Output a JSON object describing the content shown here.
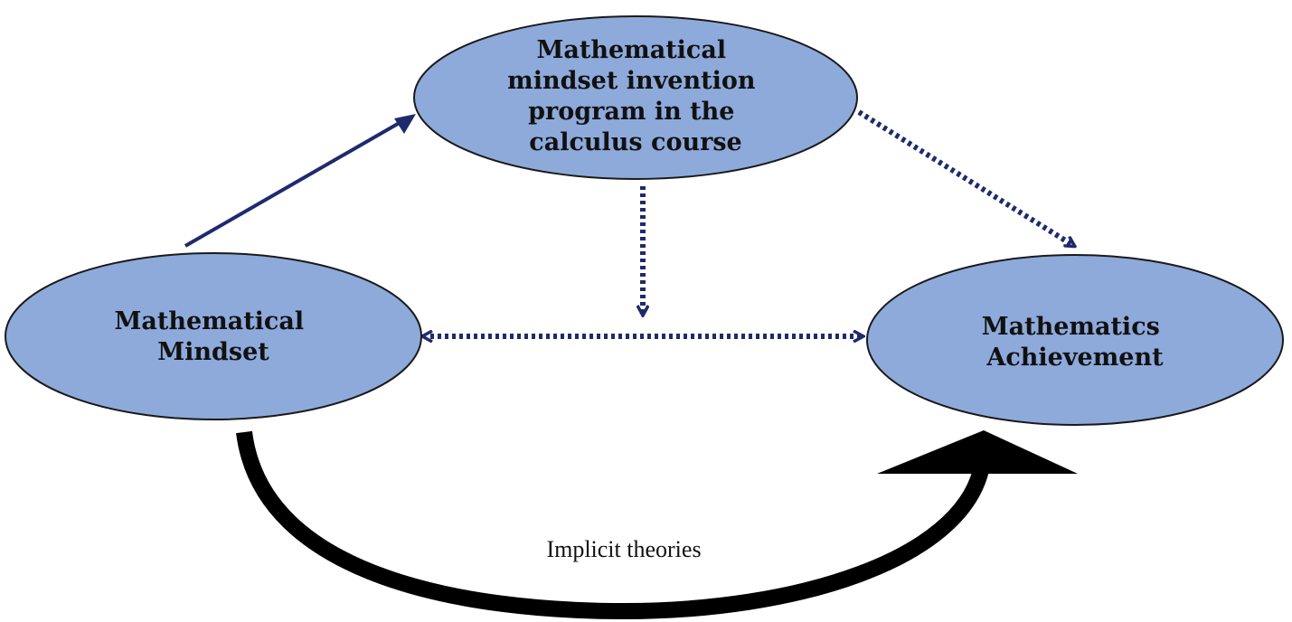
{
  "diagram": {
    "nodes": {
      "program": {
        "lines": [
          "Mathematical",
          "mindset invention",
          "program in the",
          "calculus course"
        ]
      },
      "mindset": {
        "lines": [
          "Mathematical",
          "Mindset"
        ]
      },
      "achievement": {
        "lines": [
          "Mathematics",
          "Achievement"
        ]
      }
    },
    "edges": [
      {
        "from": "mindset",
        "to": "program",
        "style": "solid"
      },
      {
        "from": "program",
        "to": "achievement",
        "style": "dotted"
      },
      {
        "from": "program",
        "to": "mindset-achievement-link",
        "style": "dotted"
      },
      {
        "from": "mindset",
        "to": "achievement",
        "style": "dotted",
        "bidirectional": true
      },
      {
        "from": "mindset",
        "to": "achievement",
        "style": "thick-curve"
      }
    ],
    "curve_label": "Implicit theories"
  },
  "colors": {
    "node_fill": "#8eaadb",
    "node_stroke": "#1a1a1a",
    "arrow": "#1f2a6e",
    "curve": "#000000"
  }
}
